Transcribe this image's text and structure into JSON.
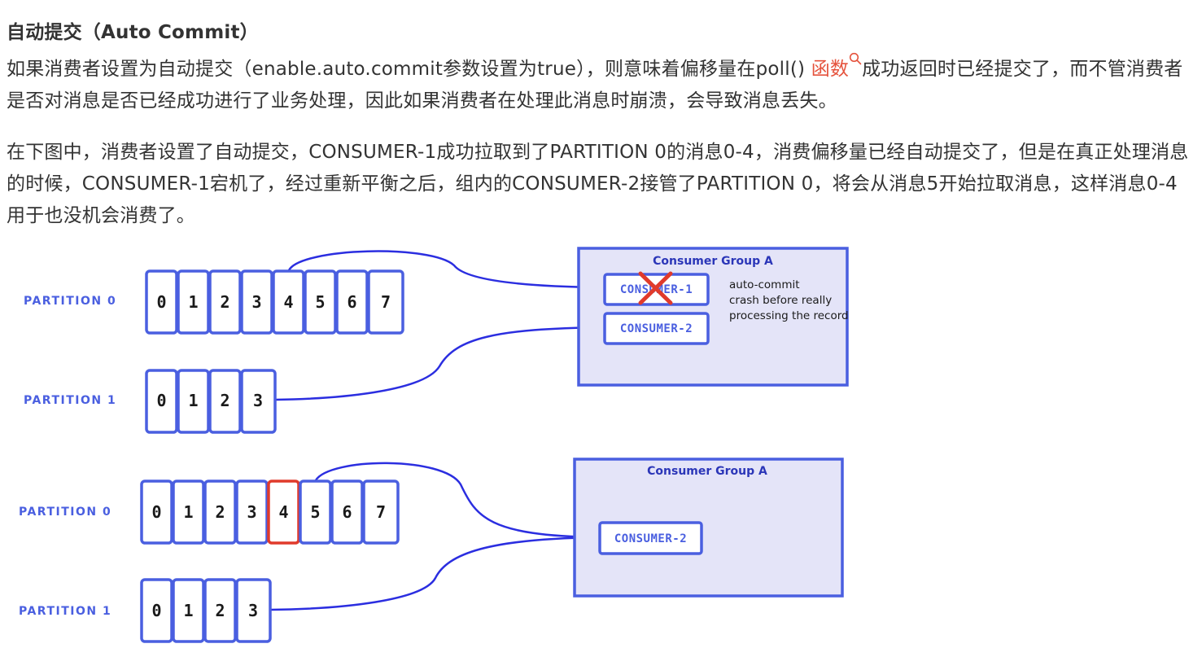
{
  "heading": "自动提交（Auto Commit）",
  "paragraph1": {
    "before": "如果消费者设置为自动提交（enable.auto.commit参数设置为true），则意味着偏移量在poll() ",
    "link": "函数",
    "after": "成功返回时已经提交了，而不管消费者是否对消息是否已经成功进行了业务处理，因此如果消费者在处理此消息时崩溃，会导致消息丢失。"
  },
  "paragraph2": "在下图中，消费者设置了自动提交，CONSUMER-1成功拉取到了PARTITION 0的消息0-4，消费偏移量已经自动提交了，但是在真正处理消息的时候，CONSUMER-1宕机了，经过重新平衡之后，组内的CONSUMER-2接管了PARTITION 0，将会从消息5开始拉取消息，这样消息0-4用于也没机会消费了。",
  "diagram": {
    "colors": {
      "stroke": "#4a5fe0",
      "arrow": "#2b2ee0",
      "highlight": "#e03a2b",
      "group_fill": "#e4e4f8"
    },
    "top": {
      "partitions": [
        {
          "label": "PARTITION 0",
          "cells": [
            "0",
            "1",
            "2",
            "3",
            "4",
            "5",
            "6",
            "7"
          ]
        },
        {
          "label": "PARTITION 1",
          "cells": [
            "0",
            "1",
            "2",
            "3"
          ]
        }
      ],
      "group_title": "Consumer Group A",
      "consumers": [
        "CONSUMER-1",
        "CONSUMER-2"
      ],
      "notes": [
        "auto-commit",
        "crash before really",
        "processing the record"
      ]
    },
    "bottom": {
      "partitions": [
        {
          "label": "PARTITION 0",
          "cells": [
            "0",
            "1",
            "2",
            "3",
            "4",
            "5",
            "6",
            "7"
          ],
          "highlight_index": 4
        },
        {
          "label": "PARTITION 1",
          "cells": [
            "0",
            "1",
            "2",
            "3"
          ]
        }
      ],
      "group_title": "Consumer Group A",
      "consumers": [
        "CONSUMER-2"
      ]
    }
  }
}
